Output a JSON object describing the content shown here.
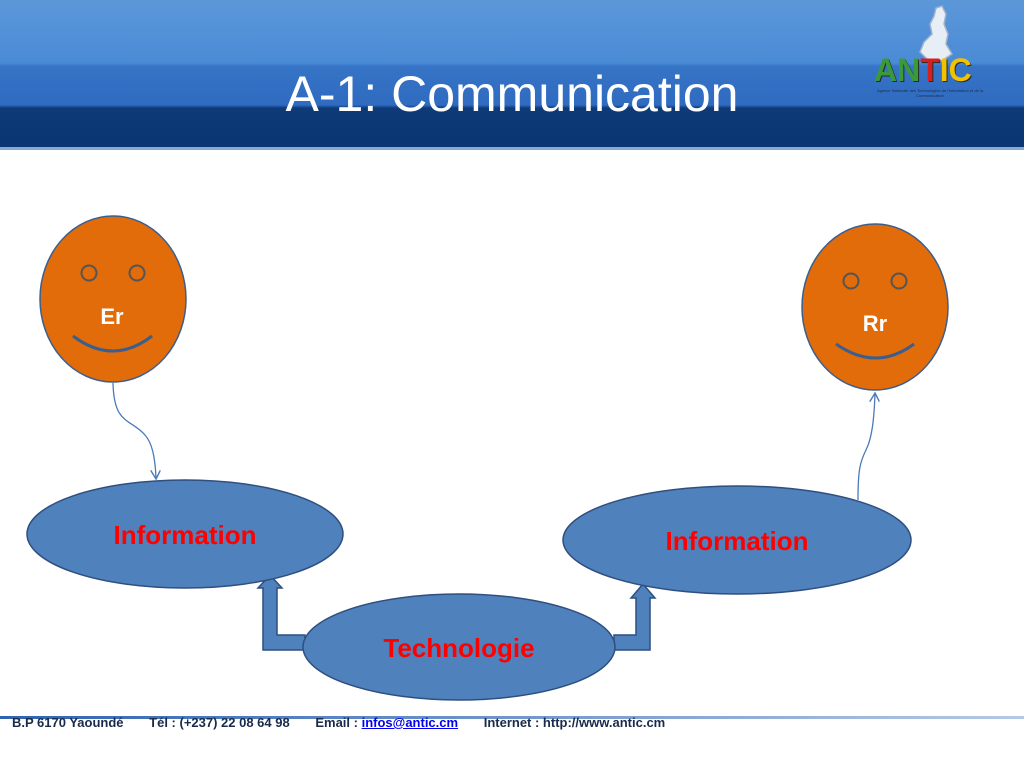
{
  "slide": {
    "title": "A-1: Communication"
  },
  "logo": {
    "letters": [
      "A",
      "N",
      "T",
      "I",
      "C"
    ],
    "letter_colors": [
      "#3a9a3a",
      "#3a9a3a",
      "#d62020",
      "#f2c200",
      "#f2c200"
    ],
    "subtitle": "Agence Nationale des Technologies de l'Information et de la Communication"
  },
  "diagram": {
    "emitter_label": "Er",
    "receiver_label": "Rr",
    "info_left_label": "Information",
    "info_right_label": "Information",
    "technology_label": "Technologie",
    "colors": {
      "face_fill": "#e26b0a",
      "face_stroke": "#3a5f8f",
      "ellipse_fill": "#4f81bd",
      "ellipse_stroke": "#2f4f7f",
      "ellipse_text": "#ff0000",
      "arrow_fill": "#4f81bd",
      "connector": "#4a7ab8"
    }
  },
  "footer": {
    "address": "B.P 6170 Yaoundé",
    "phone": "Tél : (+237) 22 08 64 98",
    "email_label": "Email :",
    "email": "infos@antic.cm",
    "internet": "Internet : http://www.antic.cm"
  }
}
